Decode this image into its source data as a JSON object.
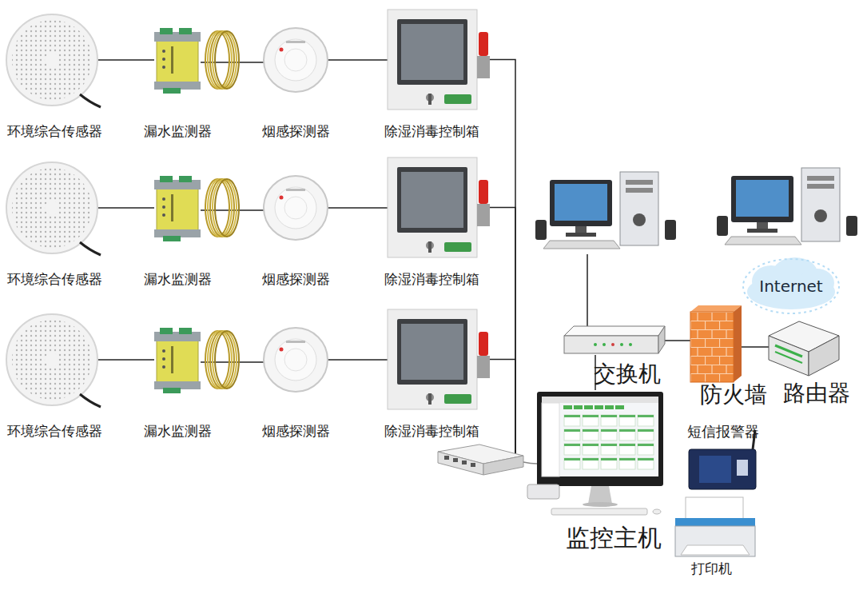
{
  "diagram": {
    "nodes": [
      {
        "text": [
          "环境综合传感器"
        ]
      },
      {
        "text": [
          "漏水监测器"
        ]
      },
      {
        "text": [
          "烟感探测器"
        ]
      },
      {
        "text": [
          "除湿消毒控制箱"
        ]
      },
      {
        "text": [
          "环境综合传感器"
        ]
      },
      {
        "text": [
          "漏水监测器"
        ]
      },
      {
        "text": [
          "烟感探测器"
        ]
      },
      {
        "text": [
          "除湿消毒控制箱"
        ]
      },
      {
        "text": [
          "环境综合传感器"
        ]
      },
      {
        "text": [
          "漏水监测器"
        ]
      },
      {
        "text": [
          "烟感探测器"
        ]
      },
      {
        "text": [
          "除湿消毒控制箱"
        ]
      },
      {
        "text": [
          "Internet"
        ]
      },
      {
        "text": [
          "交换机"
        ]
      },
      {
        "text": [
          "防火墙"
        ]
      },
      {
        "text": [
          "路由器"
        ]
      },
      {
        "text": [
          "短信报警器"
        ]
      },
      {
        "text": [
          "监控主机"
        ]
      },
      {
        "text": [
          "打印机"
        ]
      }
    ],
    "edges": [
      {
        "from": 0,
        "to": 1,
        "arrow": "none"
      },
      {
        "from": 1,
        "to": 2,
        "arrow": "none"
      },
      {
        "from": 2,
        "to": 3,
        "arrow": "none"
      },
      {
        "from": 4,
        "to": 5,
        "arrow": "none"
      },
      {
        "from": 5,
        "to": 6,
        "arrow": "none"
      },
      {
        "from": 6,
        "to": 7,
        "arrow": "none"
      },
      {
        "from": 8,
        "to": 9,
        "arrow": "none"
      },
      {
        "from": 9,
        "to": 10,
        "arrow": "none"
      },
      {
        "from": 10,
        "to": 11,
        "arrow": "none"
      },
      {
        "from": 3,
        "to": 17,
        "arrow": "none"
      },
      {
        "from": 7,
        "to": 17,
        "arrow": "none"
      },
      {
        "from": 11,
        "to": 17,
        "arrow": "none"
      },
      {
        "from": 13,
        "to": 17,
        "arrow": "none"
      },
      {
        "from": 13,
        "to": 14,
        "arrow": "none"
      },
      {
        "from": 14,
        "to": 15,
        "arrow": "none"
      }
    ]
  }
}
